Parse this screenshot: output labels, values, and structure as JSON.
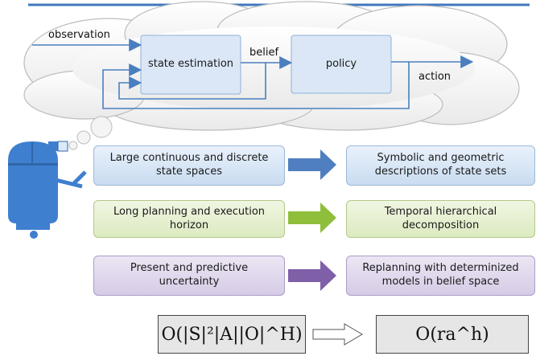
{
  "diagram": {
    "observation_label": "observation",
    "belief_label": "belief",
    "action_label": "action",
    "state_estimation_box": "state estimation",
    "policy_box": "policy"
  },
  "rows": [
    {
      "left": "Large continuous and discrete state spaces",
      "right": "Symbolic and geometric descriptions of state sets",
      "color": "#4f7fc0"
    },
    {
      "left": "Long planning and execution horizon",
      "right": "Temporal hierarchical decomposition",
      "color": "#8fbf3a"
    },
    {
      "left": "Present and predictive uncertainty",
      "right": "Replanning with determinized models in belief space",
      "color": "#7f5fa8"
    }
  ],
  "complexity": {
    "before": "O(|S|²|A||O|^H)",
    "after": "O(ra^h)"
  },
  "colors": {
    "cloud_fill": "#f4f4f4",
    "cloud_stroke": "#bdbdbd",
    "flow_arrow": "#4a7fbf",
    "robot": "#3f7fcf"
  }
}
